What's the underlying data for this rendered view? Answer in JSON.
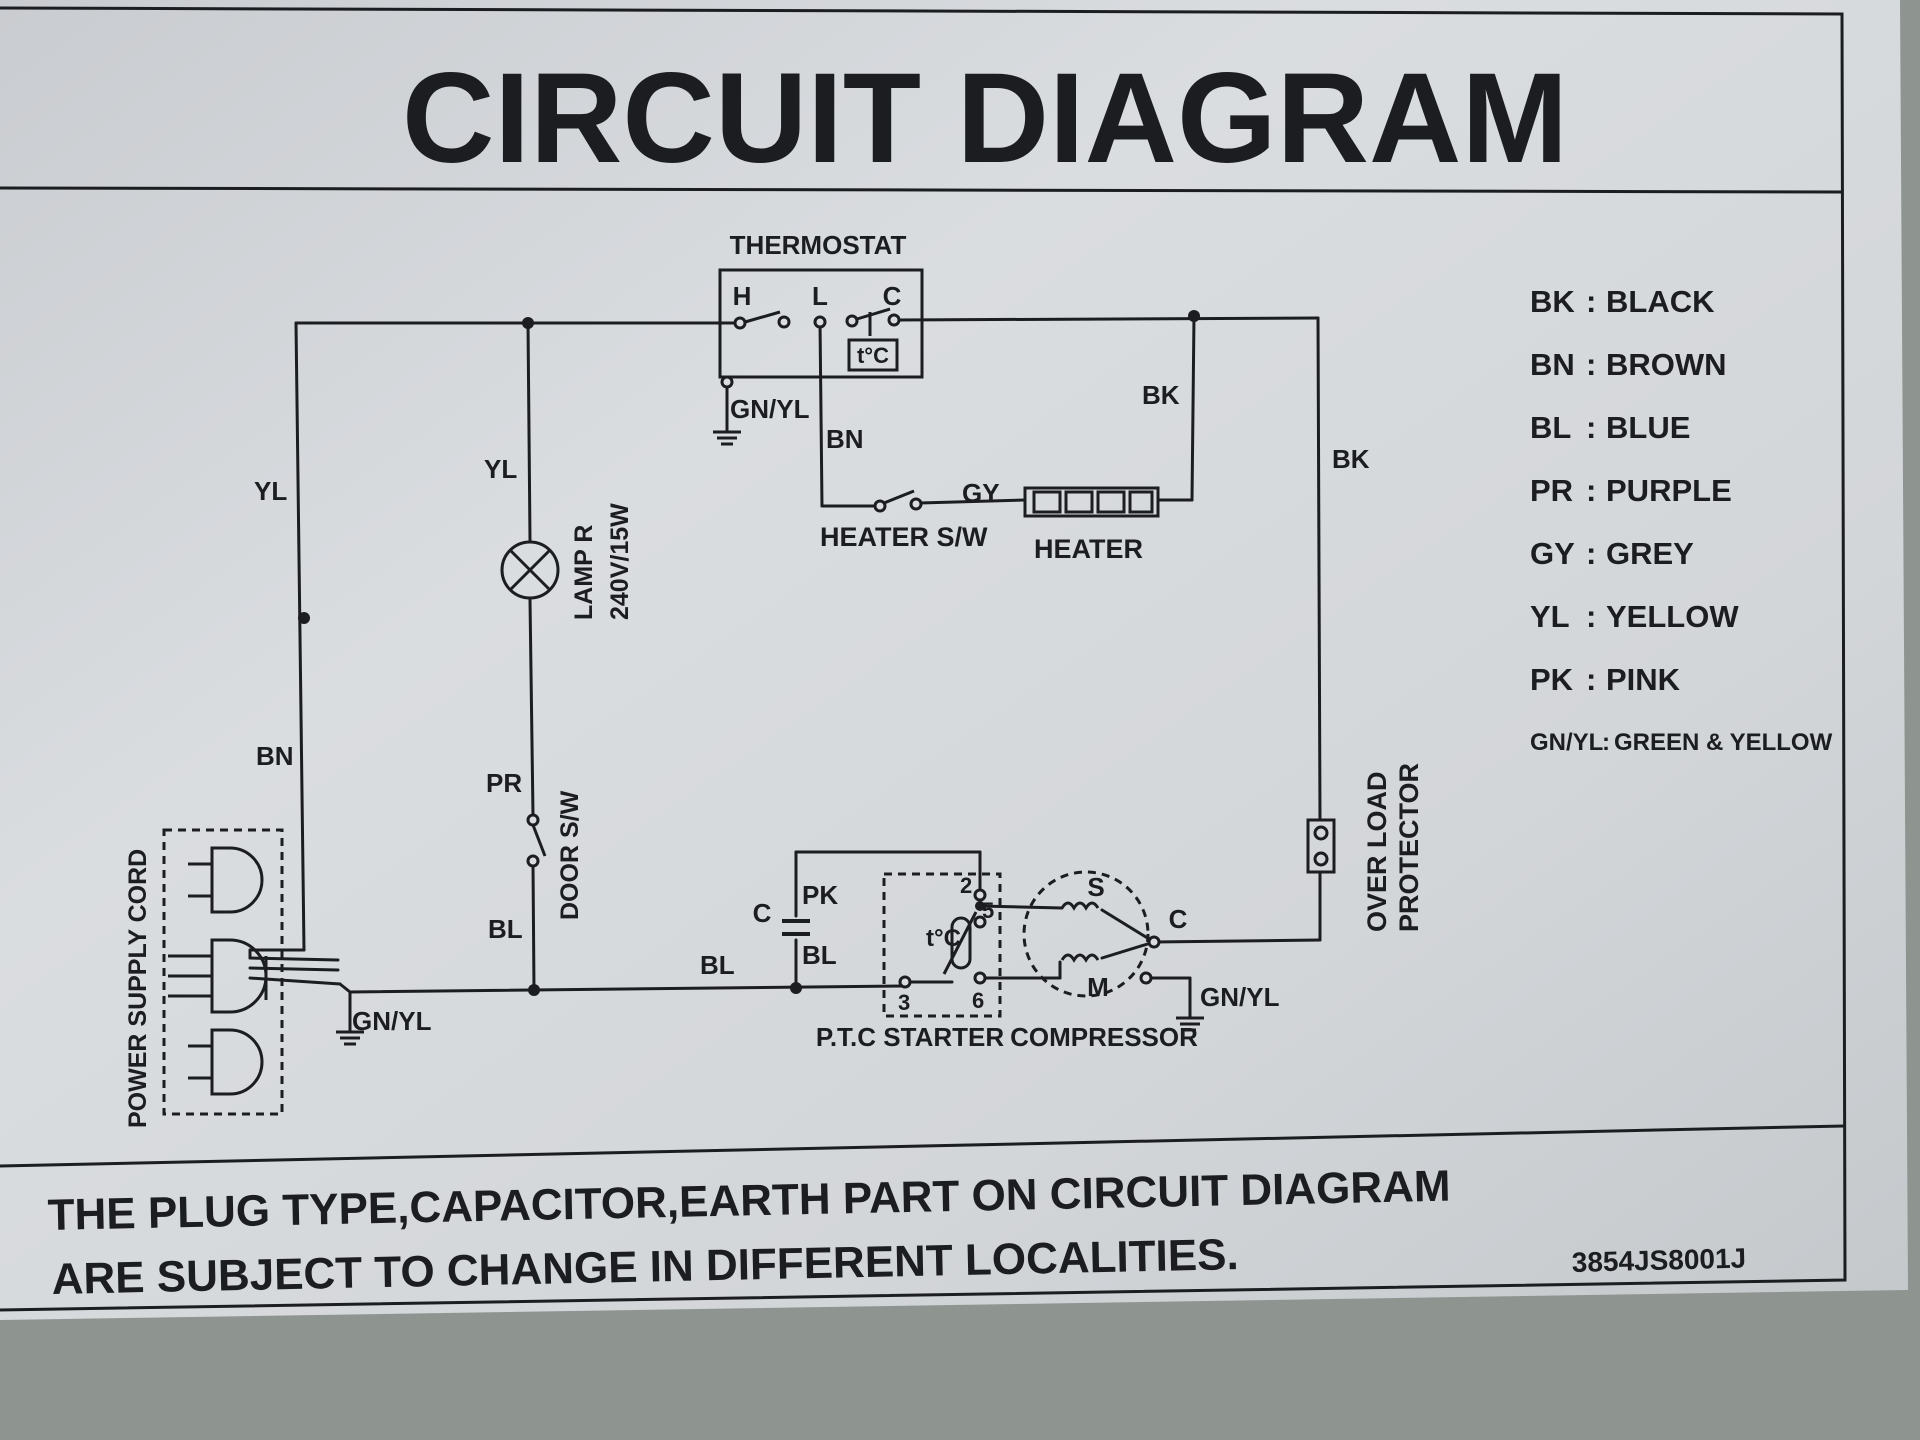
{
  "title": "CIRCUIT DIAGRAM",
  "components": {
    "thermostat": {
      "label": "THERMOSTAT",
      "terminal_h": "H",
      "terminal_l": "L",
      "terminal_c": "C",
      "sensor": "t°C"
    },
    "lamp": {
      "label": "LAMP R",
      "rating": "240V/15W"
    },
    "door_switch": {
      "label": "DOOR S/W"
    },
    "heater_switch": {
      "label": "HEATER S/W"
    },
    "heater": {
      "label": "HEATER"
    },
    "capacitor": {
      "label": "C"
    },
    "ptc_starter": {
      "label": "P.T.C STARTER",
      "sensor": "t°C",
      "pin2": "2",
      "pin5": "5",
      "pin3": "3",
      "pin6": "6"
    },
    "compressor": {
      "label": "COMPRESSOR",
      "start": "S",
      "common": "C",
      "main": "M"
    },
    "overload_protector": {
      "line1": "OVER LOAD",
      "line2": "PROTECTOR"
    },
    "power_cord": {
      "label": "POWER SUPPLY CORD"
    }
  },
  "wires": {
    "yl_left": "YL",
    "bn_left": "BN",
    "yl_lamp": "YL",
    "pr_door": "PR",
    "bl_door": "BL",
    "bl_bottom": "BL",
    "bn_thermo": "BN",
    "gy_heater": "GY",
    "bk_heater": "BK",
    "bk_right": "BK",
    "pk_cap": "PK",
    "bl_cap": "BL",
    "gnyl_thermo": "GN/YL",
    "gnyl_plug": "GN/YL",
    "gnyl_comp": "GN/YL"
  },
  "legend": [
    {
      "code": "BK",
      "name": "BLACK"
    },
    {
      "code": "BN",
      "name": "BROWN"
    },
    {
      "code": "BL",
      "name": "BLUE"
    },
    {
      "code": "PR",
      "name": "PURPLE"
    },
    {
      "code": "GY",
      "name": "GREY"
    },
    {
      "code": "YL",
      "name": "YELLOW"
    },
    {
      "code": "PK",
      "name": "PINK"
    },
    {
      "code": "GN/YL",
      "name": "GREEN & YELLOW"
    }
  ],
  "legend_separator": ":",
  "note": {
    "line1": "THE PLUG TYPE,CAPACITOR,EARTH PART ON CIRCUIT DIAGRAM",
    "line2": "ARE SUBJECT TO CHANGE IN DIFFERENT LOCALITIES."
  },
  "part_number": "3854JS8001J",
  "colors": {
    "label_bg": "#d9dcdf",
    "ink": "#1c1d20",
    "surround": "#8e9490"
  }
}
